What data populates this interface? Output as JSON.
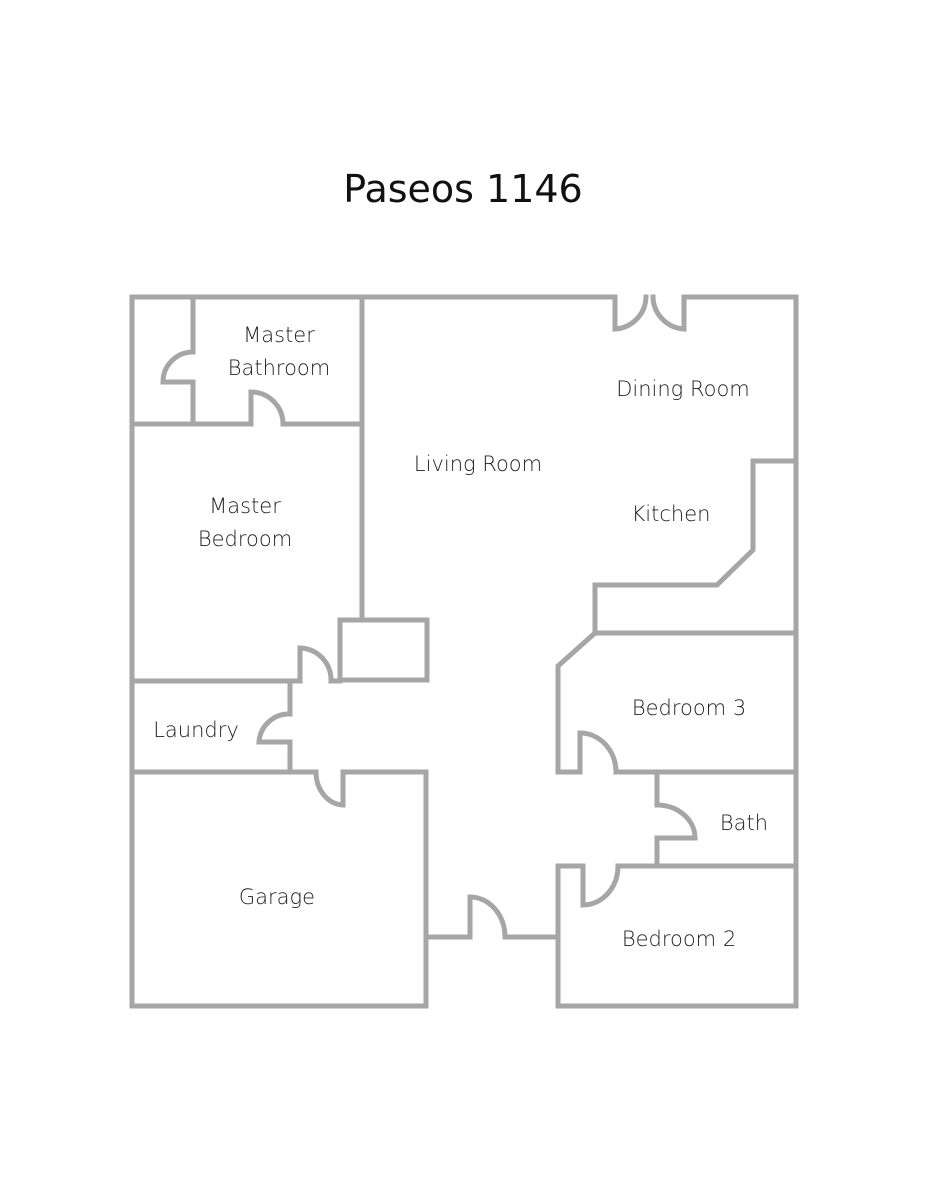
{
  "title": "Paseos 1146",
  "wall_color": "#a6a6a6",
  "rooms": {
    "master_bathroom": [
      "Master",
      "Bathroom"
    ],
    "master_bedroom": [
      "Master",
      "Bedroom"
    ],
    "living_room": "Living Room",
    "dining_room": "Dining Room",
    "kitchen": "Kitchen",
    "laundry": "Laundry",
    "garage": "Garage",
    "bedroom_3": "Bedroom 3",
    "bath": "Bath",
    "bedroom_2": "Bedroom 2"
  }
}
